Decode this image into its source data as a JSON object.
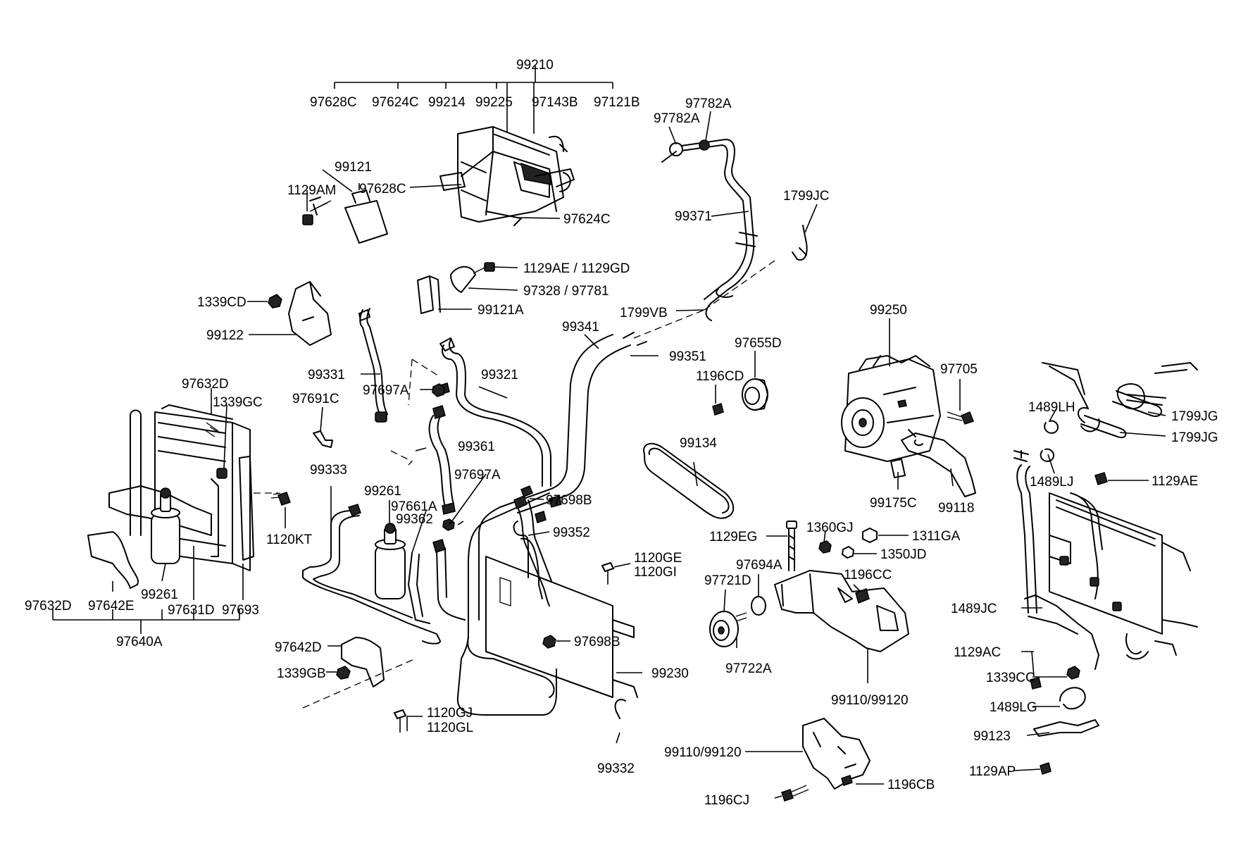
{
  "labels": {
    "l99210": "99210",
    "l97628C_top": "97628C",
    "l97624C_top": "97624C",
    "l99214": "99214",
    "l99225": "99225",
    "l97143B": "97143B",
    "l97121B": "97121B",
    "l99121": "99121",
    "l1129AM": "1129AM",
    "l97628C": "97628C",
    "l97624C": "97624C",
    "l97782A_a": "97782A",
    "l97782A_b": "97782A",
    "l99371": "99371",
    "l1799JC": "1799JC",
    "l1129AE_GD": "1129AE / 1129GD",
    "l97328_97781": "97328 / 97781",
    "l99121A": "99121A",
    "l1799VB": "1799VB",
    "l1339CD": "1339CD",
    "l99122": "99122",
    "l99341": "99341",
    "l99351": "99351",
    "l99250": "99250",
    "l97655D": "97655D",
    "l1196CD": "1196CD",
    "l97705": "97705",
    "l99331": "99331",
    "l99321": "99321",
    "l97697A_a": "97697A",
    "l97632D_top": "97632D",
    "l1339GC": "1339GC",
    "l97691C": "97691C",
    "l99361": "99361",
    "l99134": "99134",
    "l1489LH": "1489LH",
    "l1799JG_a": "1799JG",
    "l1799JG_b": "1799JG",
    "l1489LJ": "1489LJ",
    "l1129AE": "1129AE",
    "l99175C": "99175C",
    "l99118": "99118",
    "l99333": "99333",
    "l99261_top": "99261",
    "l97697A_b": "97697A",
    "l97661A": "97661A",
    "l99362": "99362",
    "l97698B_a": "97698B",
    "l1120KT": "1120KT",
    "l99352": "99352",
    "l1360GJ": "1360GJ",
    "l1311GA": "1311GA",
    "l1129EG": "1129EG",
    "l1350JD": "1350JD",
    "l1120GE": "1120GE",
    "l1120GI": "1120GI",
    "l97694A": "97694A",
    "l1196CC": "1196CC",
    "l97721D": "97721D",
    "l97632D_bot": "97632D",
    "l97642E": "97642E",
    "l99261_bot": "99261",
    "l97631D": "97631D",
    "l97693": "97693",
    "l1489JC": "1489JC",
    "l97698B_b": "97698B",
    "l97722A": "97722A",
    "l97640A": "97640A",
    "l1129AC": "1129AC",
    "l97642D": "97642D",
    "l99230": "99230",
    "l1339CC": "1339CC",
    "l1339GB": "1339GB",
    "l99110_99120_a": "99110/99120",
    "l1489LG": "1489LG",
    "l1120GJ": "1120GJ",
    "l1120GL": "1120GL",
    "l99123": "99123",
    "l99110_99120_b": "99110/99120",
    "l99332": "99332",
    "l1196CB": "1196CB",
    "l1129AP": "1129AP",
    "l1196CJ": "1196CJ"
  }
}
